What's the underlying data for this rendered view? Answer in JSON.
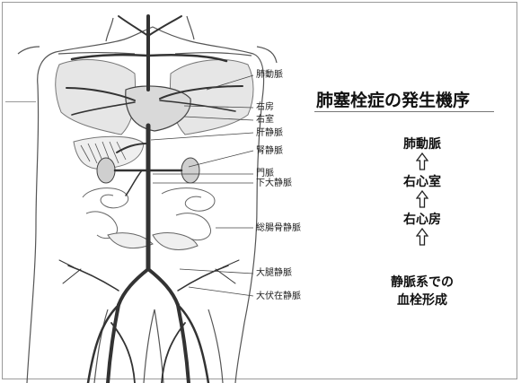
{
  "title": "肺塞栓症の発生機序",
  "labels": {
    "pulmonary_artery": "肺動脈",
    "right_atrium": "右房",
    "right_ventricle": "右室",
    "hepatic_vein": "肝静脈",
    "renal_vein": "腎静脈",
    "portal_vein": "門脈",
    "ivc": "下大静脈",
    "common_iliac_vein": "総腸骨静脈",
    "femoral_vein": "大腿静脈",
    "great_saphenous_vein": "大伏在静脈"
  },
  "flow": {
    "step1": "肺動脈",
    "step2": "右心室",
    "step3": "右心房",
    "step4_line1": "静脈系での",
    "step4_line2": "血栓形成"
  },
  "arrow_icon": "hollow-up-arrow-icon"
}
